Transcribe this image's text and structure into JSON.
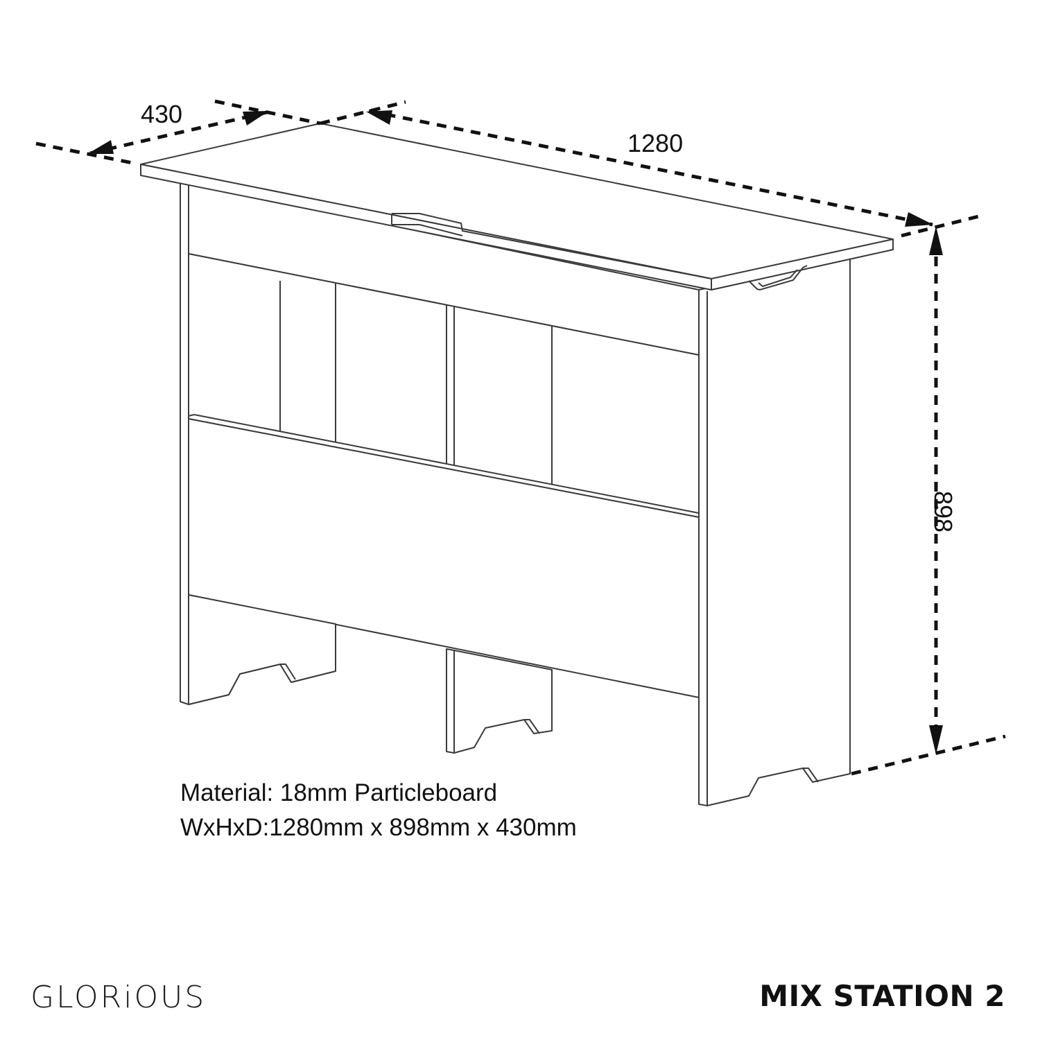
{
  "diagram": {
    "type": "technical-dimension-drawing",
    "subject": "DJ desk isometric line drawing",
    "dimensions": {
      "depth_label": "430",
      "width_label": "1280",
      "height_label": "898",
      "units": "mm"
    },
    "specs": {
      "material": "Material: 18mm Particleboard",
      "size": "WxHxD:1280mm x 898mm x 430mm"
    },
    "footer": {
      "brand": "GLORiOUS",
      "product": "MIX STATION 2"
    },
    "colors": {
      "line": "#3a3a3a",
      "dimension": "#111111",
      "background": "#ffffff"
    }
  }
}
